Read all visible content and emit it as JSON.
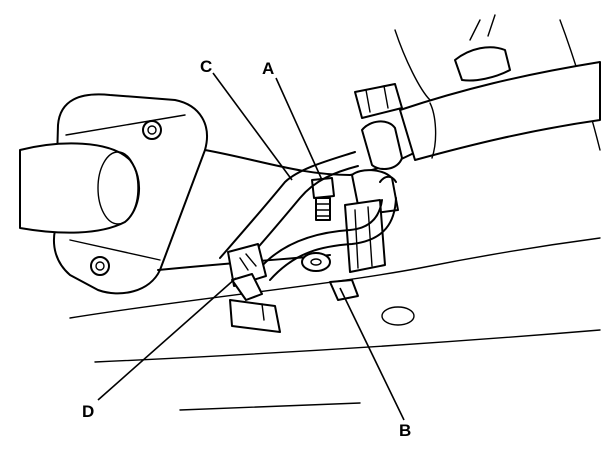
{
  "callouts": {
    "a": "A",
    "b": "B",
    "c": "C",
    "d": "D"
  },
  "colors": {
    "ink": "#000000",
    "background": "#ffffff"
  }
}
